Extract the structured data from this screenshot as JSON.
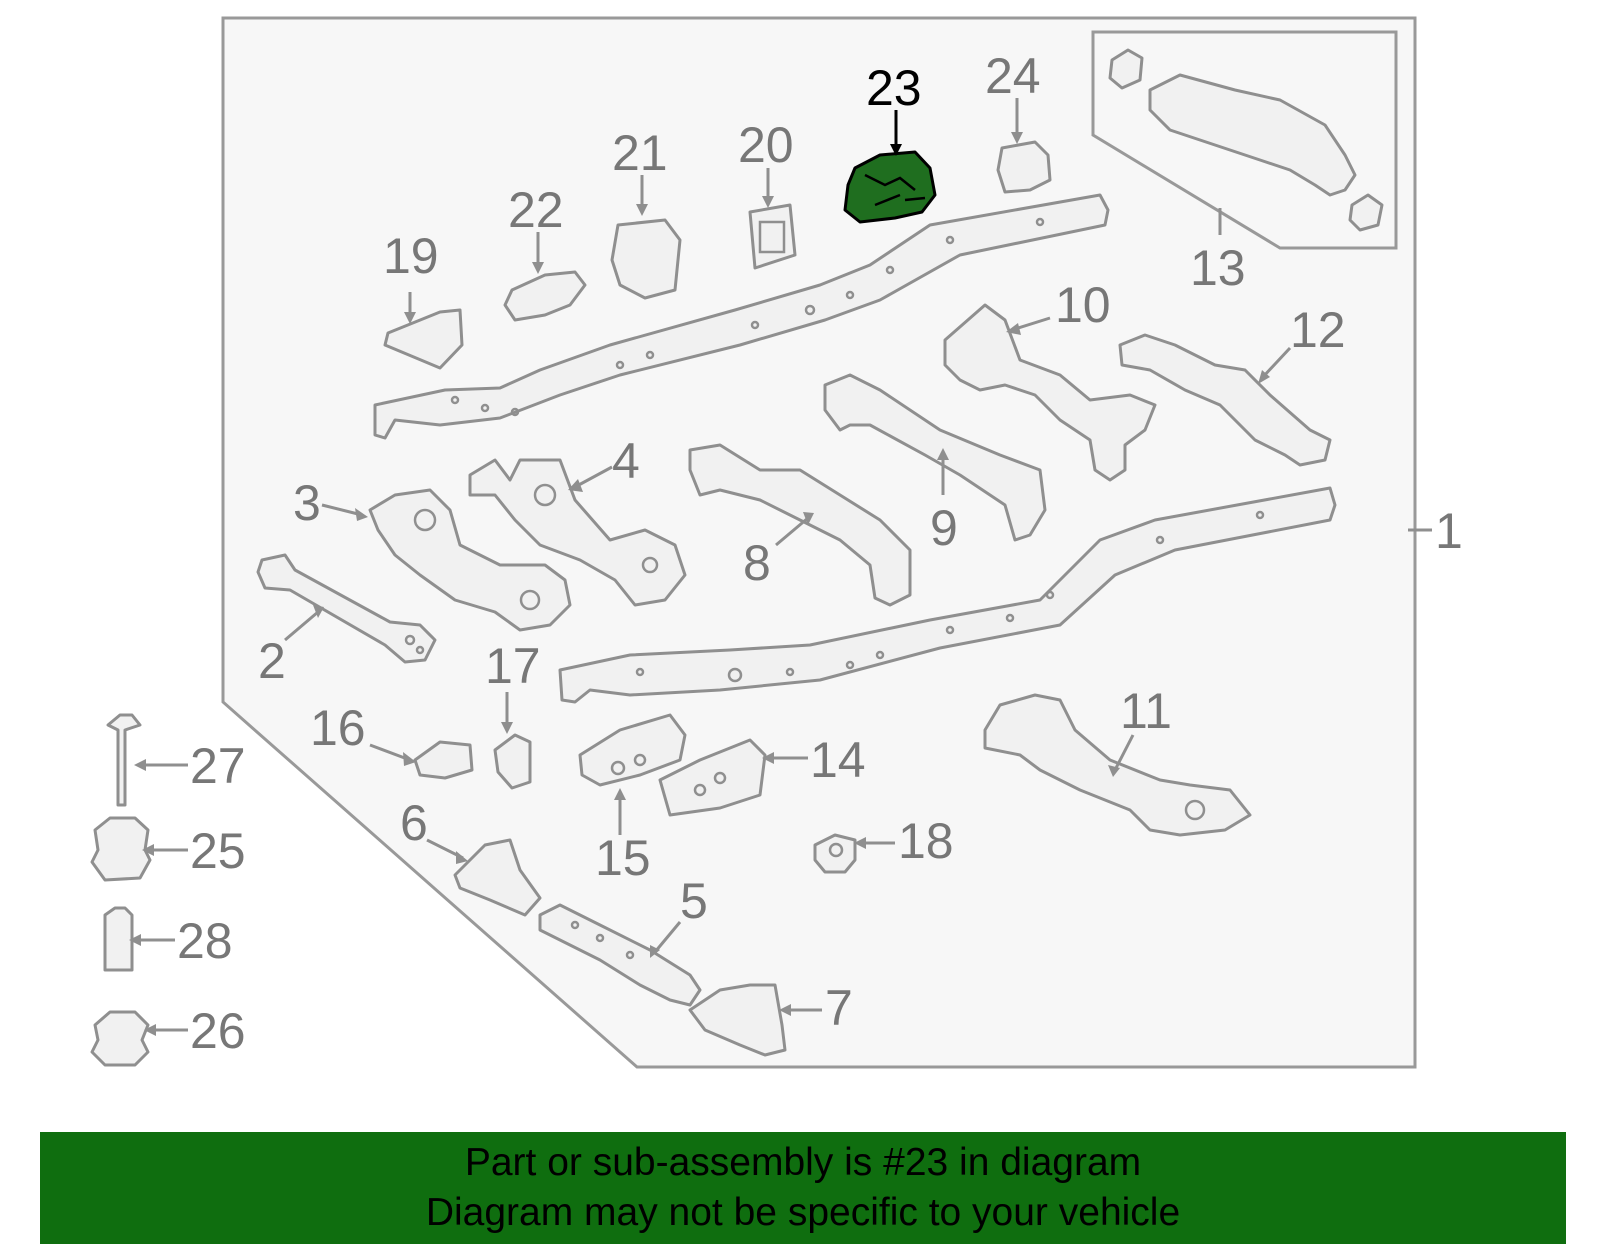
{
  "callouts": [
    "1",
    "2",
    "3",
    "4",
    "5",
    "6",
    "7",
    "8",
    "9",
    "10",
    "11",
    "12",
    "13",
    "14",
    "15",
    "16",
    "17",
    "18",
    "19",
    "20",
    "21",
    "22",
    "23",
    "24",
    "25",
    "26",
    "27",
    "28"
  ],
  "highlighted_part": "23",
  "colors": {
    "highlight": "#1f6e1f",
    "banner": "#0f6e0f",
    "line": "#8f8f8f",
    "label": "#777777",
    "panel": "#f7f7f7"
  },
  "banner": {
    "line1": "Part or sub-assembly is #23 in diagram",
    "line2": "Diagram may not be specific to your vehicle"
  }
}
